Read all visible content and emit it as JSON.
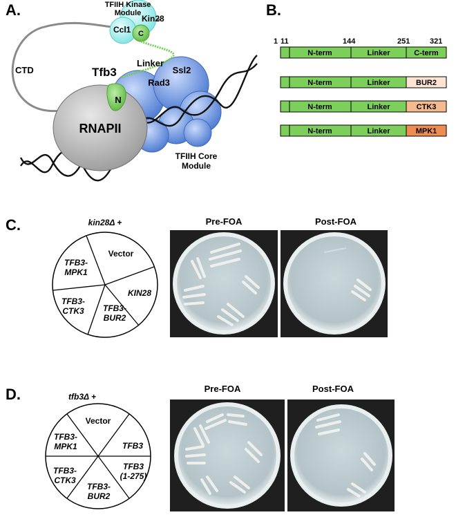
{
  "panels": {
    "a": {
      "letter": "A.",
      "kinase_module_line1": "TFIIH Kinase",
      "kinase_module_line2": "Module",
      "kin28": "Kin28",
      "ccl1": "Ccl1",
      "c_domain": "C",
      "n_domain": "N",
      "tfb3": "Tfb3",
      "linker": "Linker",
      "ctd": "CTD",
      "rad3": "Rad3",
      "ssl2": "Ssl2",
      "rnapii": "RNAPII",
      "core_module_line1": "TFIIH Core",
      "core_module_line2": "Module",
      "colors": {
        "kinase": "#9ff0ee",
        "tfb3": "#7ccd5c",
        "core": "#6f9ae0",
        "rnapii": "#b5b5b5"
      }
    },
    "b": {
      "letter": "B.",
      "positions": [
        "1",
        "11",
        "144",
        "251",
        "321"
      ],
      "constructs": [
        {
          "segments": [
            "N-term",
            "Linker",
            "C-term"
          ],
          "tail_color": "#7dcf5b"
        },
        {
          "segments": [
            "N-term",
            "Linker",
            "BUR2"
          ],
          "tail_color": "#fce3d2"
        },
        {
          "segments": [
            "N-term",
            "Linker",
            "CTK3"
          ],
          "tail_color": "#f6ba8f"
        },
        {
          "segments": [
            "N-term",
            "Linker",
            "MPK1"
          ],
          "tail_color": "#ee8d52"
        }
      ],
      "colors": {
        "domain": "#7dcf5b"
      }
    },
    "c": {
      "letter": "C.",
      "strain": "kin28Δ +",
      "sectors": {
        "vector": "Vector",
        "kin28": "KIN28",
        "bur2_l1": "TFB3-",
        "bur2_l2": "BUR2",
        "ctk3_l1": "TFB3-",
        "ctk3_l2": "CTK3",
        "mpk1_l1": "TFB3-",
        "mpk1_l2": "MPK1"
      },
      "pre_label": "Pre-FOA",
      "post_label": "Post-FOA"
    },
    "d": {
      "letter": "D.",
      "strain": "tfb3Δ +",
      "sectors": {
        "vector": "Vector",
        "tfb3": "TFB3",
        "trunc_l1": "TFB3",
        "trunc_l2": "(1-275)",
        "bur2_l1": "TFB3-",
        "bur2_l2": "BUR2",
        "ctk3_l1": "TFB3-",
        "ctk3_l2": "CTK3",
        "mpk1_l1": "TFB3-",
        "mpk1_l2": "MPK1"
      },
      "pre_label": "Pre-FOA",
      "post_label": "Post-FOA"
    }
  }
}
